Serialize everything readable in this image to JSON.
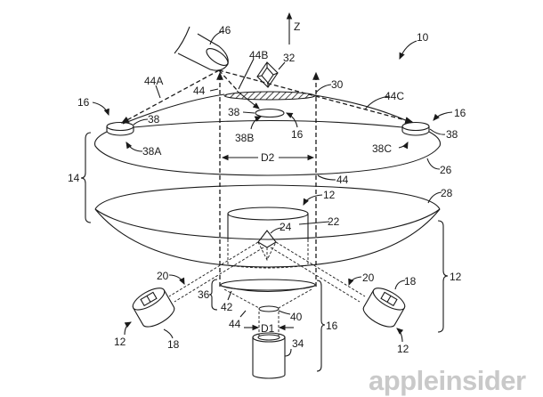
{
  "figure": {
    "axis_label": "Z",
    "labels": {
      "system": "10",
      "finger": "46",
      "beam_b": "44B",
      "object_image": "32",
      "hatched_region": "30",
      "beam_a": "44A",
      "beam_c": "44C",
      "beam_left": "44",
      "beam_mid": "44",
      "beam_low": "44",
      "sensor_left_group": "16",
      "sensor_right_group": "16",
      "sensor_mid_group": "16",
      "sensor_left": "38",
      "sensor_right": "38",
      "sensor_mid": "38",
      "sensor_a": "38A",
      "sensor_b": "38B",
      "sensor_c": "38C",
      "upper_mirror": "26",
      "lower_mirror": "28",
      "mirror_assembly": "14",
      "distance_d2": "D2",
      "distance_d1": "D1",
      "projector_top": "12",
      "projector_right_bracket": "12",
      "projector_left": "12",
      "projector_right": "12",
      "cylinder": "22",
      "real_object": "24",
      "beam_20_left": "20",
      "beam_20_right": "20",
      "projector_unit_left": "18",
      "projector_unit_right": "18",
      "lens_group": "36",
      "lens": "42",
      "small_lens": "40",
      "emitter": "34",
      "sensor_bracket": "16"
    }
  },
  "watermark": "appleinsider"
}
